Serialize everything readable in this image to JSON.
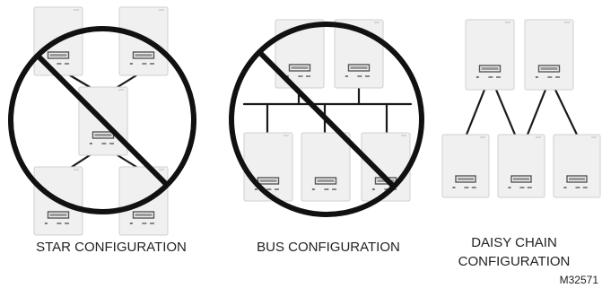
{
  "captions": {
    "star": "STAR CONFIGURATION",
    "bus": "BUS CONFIGURATION",
    "daisy_line1": "DAISY CHAIN",
    "daisy_line2": "CONFIGURATION"
  },
  "figure_id": "M32571",
  "colors": {
    "device_fill": "#f0f0f0",
    "device_border": "#cfcfcf",
    "screen": "#555555",
    "wire": "#1a1a1a",
    "prohibition": "#111111"
  },
  "icons": {
    "prohibition": "no-symbol-icon",
    "device": "thermostat-device"
  }
}
